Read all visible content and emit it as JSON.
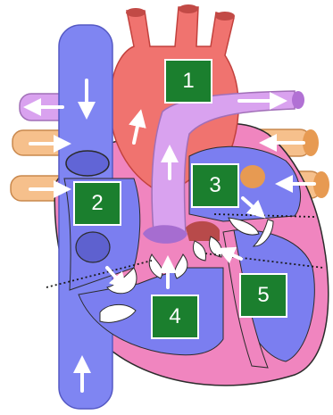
{
  "labels": [
    {
      "id": "1",
      "text": "1"
    },
    {
      "id": "2",
      "text": "2"
    },
    {
      "id": "3",
      "text": "3"
    },
    {
      "id": "4",
      "text": "4"
    },
    {
      "id": "5",
      "text": "5"
    }
  ],
  "colors": {
    "label_box": "#1b7f2e",
    "vena_cava": "#7f85f2",
    "aorta": "#f0736f",
    "pulmonary": "#d9a2ef",
    "pulmonary_veins": "#f6c08c",
    "muscle": "#f085bf",
    "ventricle": "#7b7ef0",
    "valve": "#ffffff",
    "outline": "#2b2b2b"
  }
}
